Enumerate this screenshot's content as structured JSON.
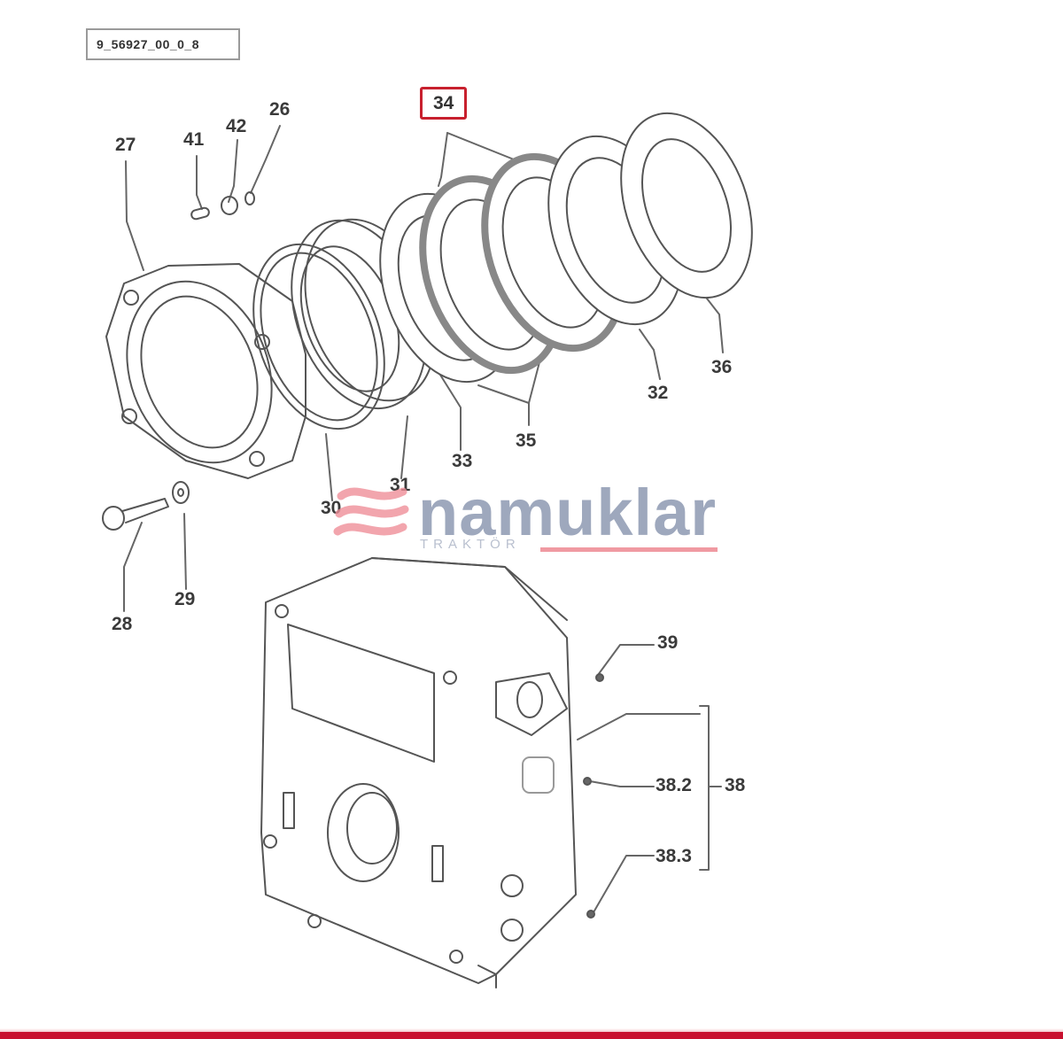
{
  "diagram": {
    "reference_code": "9_56927_00_0_8",
    "highlighted_part": "34",
    "highlight_color": "#c8202e",
    "callouts": [
      {
        "id": "27",
        "label": "27"
      },
      {
        "id": "41",
        "label": "41"
      },
      {
        "id": "42",
        "label": "42"
      },
      {
        "id": "26",
        "label": "26"
      },
      {
        "id": "34",
        "label": "34"
      },
      {
        "id": "36",
        "label": "36"
      },
      {
        "id": "32",
        "label": "32"
      },
      {
        "id": "35",
        "label": "35"
      },
      {
        "id": "33",
        "label": "33"
      },
      {
        "id": "31",
        "label": "31"
      },
      {
        "id": "30",
        "label": "30"
      },
      {
        "id": "28",
        "label": "28"
      },
      {
        "id": "29",
        "label": "29"
      },
      {
        "id": "39",
        "label": "39"
      },
      {
        "id": "38.2",
        "label": "38.2"
      },
      {
        "id": "38",
        "label": "38"
      },
      {
        "id": "38.3",
        "label": "38.3"
      }
    ]
  },
  "watermark": {
    "brand": "namuklar",
    "subtitle": "TRAKTÖR",
    "brand_color": "#8e9ab2",
    "accent_color": "#f09aa2"
  },
  "footer": {
    "bar_color": "#c8102e"
  }
}
